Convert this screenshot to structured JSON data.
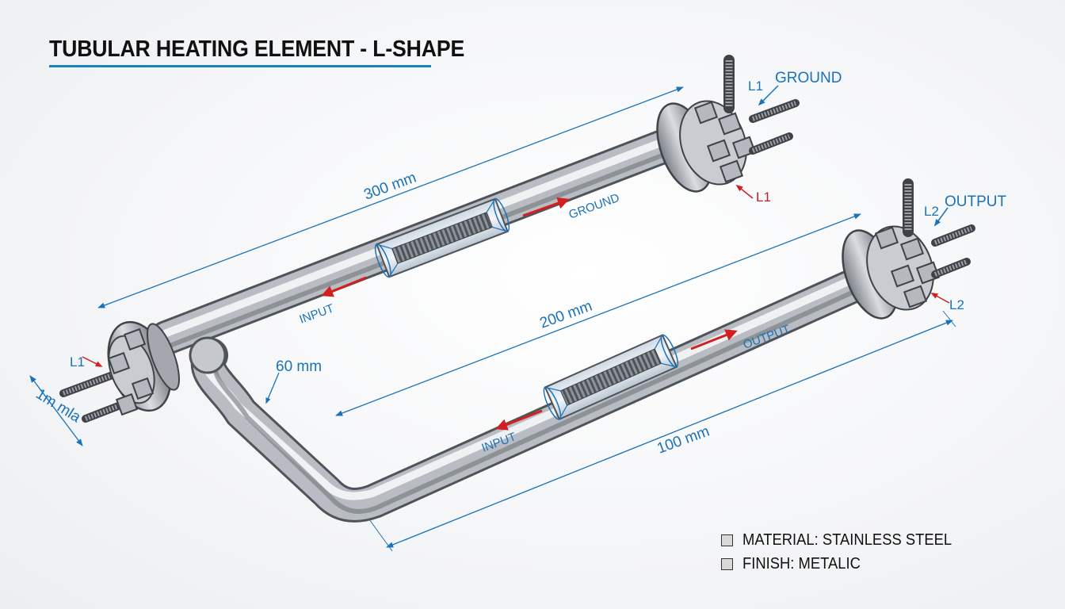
{
  "title": "TUBULAR HEATING ELEMENT - L-SHAPE",
  "dimensions": {
    "top_length": "300 mm",
    "middle_length": "200 mm",
    "bottom_length": "100 mm",
    "bend": "60 mm",
    "end": "1m mla"
  },
  "terminals": {
    "top_ground": "GROUND",
    "top_l1": "L1",
    "top_l1_red": "L1",
    "right_output": "OUTPUT",
    "right_l2": "L2",
    "right_l2_red": "L2",
    "left_l1": "L1"
  },
  "flow_labels": {
    "upper_input": "INPUT",
    "upper_ground": "GROUND",
    "lower_input": "INPUT",
    "lower_output": "OUTPUT"
  },
  "legend": [
    {
      "label": "MATERIAL: STAINLESS STEEL"
    },
    {
      "label": "FINISH: METALIC"
    }
  ],
  "colors": {
    "dimension": "#1a72b8",
    "arrow": "#d21f1f",
    "title_rule": "#1a7fc4",
    "steel_light": "#f2f3f5",
    "steel_dark": "#6e737a"
  }
}
